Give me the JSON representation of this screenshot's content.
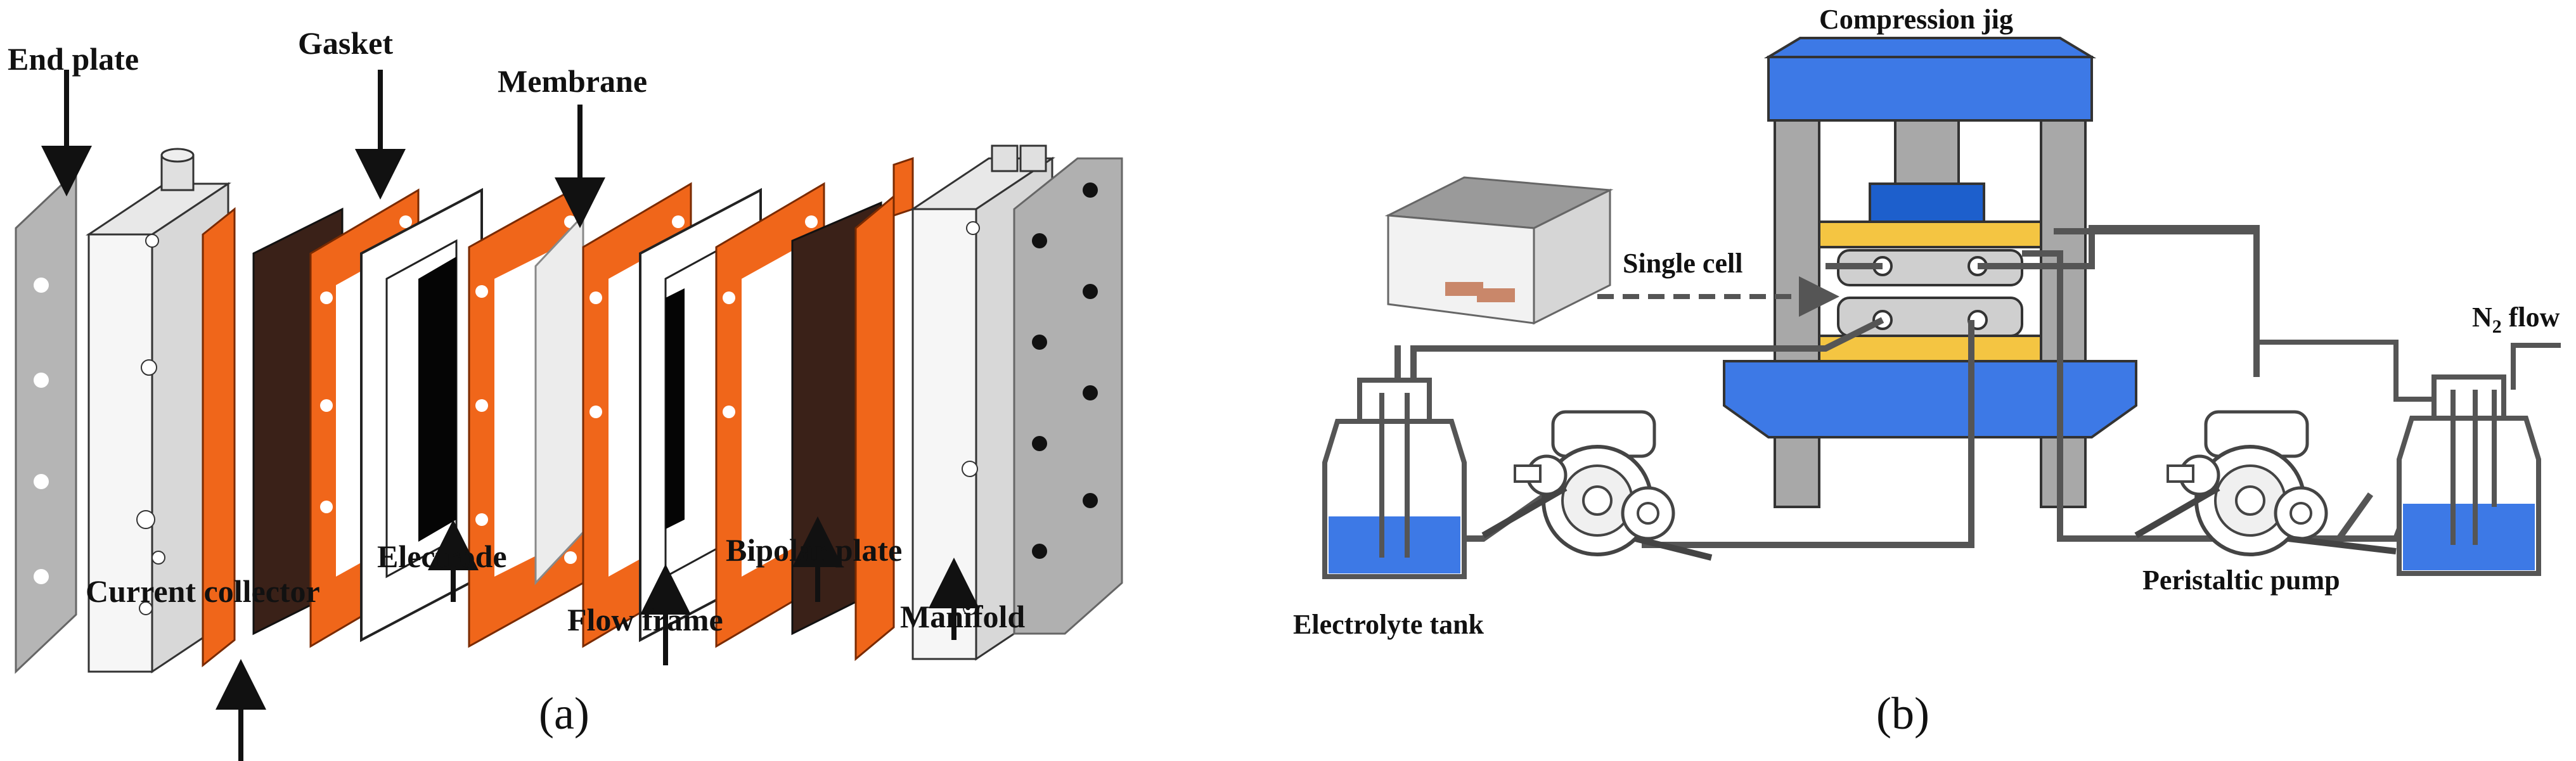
{
  "panel_a": {
    "caption": "(a)",
    "labels": {
      "end_plate": "End plate",
      "gasket": "Gasket",
      "membrane": "Membrane",
      "current_collector": "Current collector",
      "electrode": "Electrode",
      "flow_frame": "Flow frame",
      "bipolar_plate": "Bipolar plate",
      "manifold": "Manifold"
    }
  },
  "panel_b": {
    "caption": "(b)",
    "labels": {
      "compression_jig": "Compression jig",
      "single_cell": "Single cell",
      "n2_flow_main": "N",
      "n2_flow_sub": "2",
      "n2_flow_tail": " flow",
      "electrolyte_tank": "Electrolyte tank",
      "peristaltic_pump": "Peristaltic pump"
    }
  },
  "colors": {
    "orange": "#f0661a",
    "brown": "#3a2118",
    "blue": "#3d79e6",
    "grey_plate": "#a8a8a8",
    "yellow": "#f4c542",
    "liquid": "#3d79e6",
    "tube": "#555555"
  }
}
